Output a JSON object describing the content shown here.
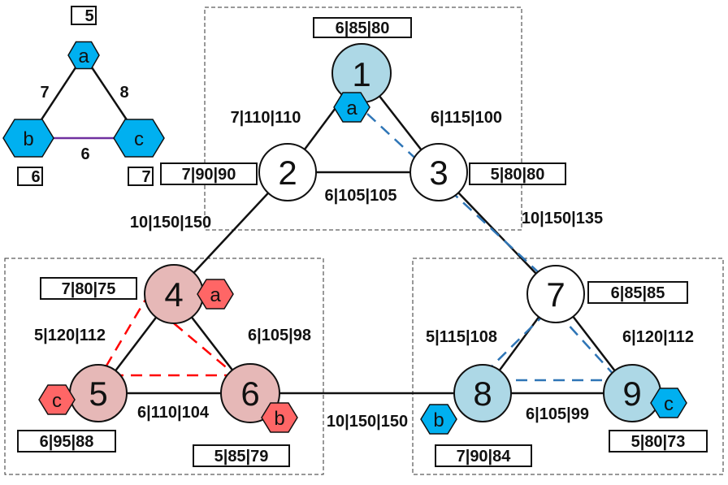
{
  "colors": {
    "node_white": "#ffffff",
    "node_blue": "#add8e6",
    "node_pink": "#e6b8b7",
    "hex_blue": "#00b0f0",
    "hex_red": "#ff6666",
    "dash_blue": "#2e75b6",
    "dash_red": "#ff0000",
    "legend_bc_edge": "#7030a0"
  },
  "legend": {
    "hexes": {
      "a": "a",
      "b": "b",
      "c": "c"
    },
    "weights": {
      "a": "5",
      "b": "6",
      "c": "7"
    },
    "edges": {
      "ab": "7",
      "ac": "8",
      "bc": "6"
    }
  },
  "nodes": {
    "n1": {
      "label": "1",
      "info": "6|85|80",
      "vnf": "a"
    },
    "n2": {
      "label": "2",
      "info": "7|90|90"
    },
    "n3": {
      "label": "3",
      "info": "5|80|80"
    },
    "n4": {
      "label": "4",
      "info": "7|80|75",
      "vnf": "a"
    },
    "n5": {
      "label": "5",
      "info": "6|95|88",
      "vnf": "c"
    },
    "n6": {
      "label": "6",
      "info": "5|85|79",
      "vnf": "b"
    },
    "n7": {
      "label": "7",
      "info": "6|85|85"
    },
    "n8": {
      "label": "8",
      "info": "7|90|84",
      "vnf": "b"
    },
    "n9": {
      "label": "9",
      "info": "5|80|73",
      "vnf": "c"
    }
  },
  "links": {
    "e1_2": "7|110|110",
    "e1_3": "6|115|100",
    "e2_3": "6|105|105",
    "e2_4": "10|150|150",
    "e3_7": "10|150|135",
    "e4_5": "5|120|112",
    "e4_6": "6|105|98",
    "e5_6": "6|110|104",
    "e6_8": "10|150|150",
    "e7_8": "5|115|108",
    "e7_9": "6|120|112",
    "e8_9": "6|105|99"
  }
}
